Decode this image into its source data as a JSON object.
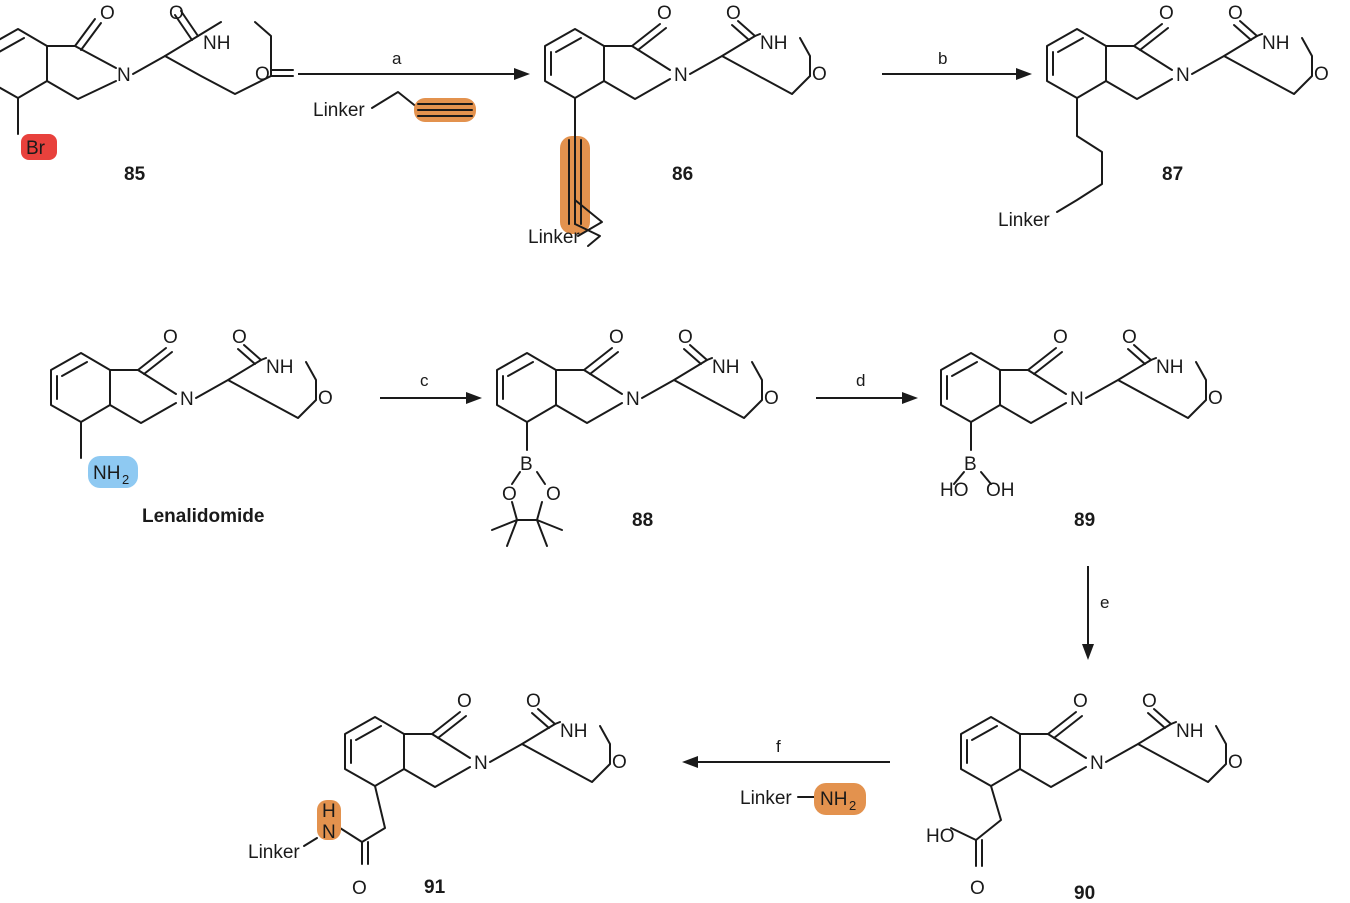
{
  "compounds": [
    {
      "id": "c85",
      "label": "85"
    },
    {
      "id": "c86",
      "label": "86"
    },
    {
      "id": "c87",
      "label": "87"
    },
    {
      "id": "clen",
      "label": "Lenalidomide"
    },
    {
      "id": "c88",
      "label": "88"
    },
    {
      "id": "c89",
      "label": "89"
    },
    {
      "id": "c90",
      "label": "90"
    },
    {
      "id": "c91",
      "label": "91"
    }
  ],
  "steps": [
    {
      "id": "a",
      "label": "a"
    },
    {
      "id": "b",
      "label": "b"
    },
    {
      "id": "c",
      "label": "c"
    },
    {
      "id": "d",
      "label": "d"
    },
    {
      "id": "e",
      "label": "e"
    },
    {
      "id": "f",
      "label": "f"
    }
  ],
  "atoms": {
    "O": "O",
    "N": "N",
    "NH": "NH",
    "H": "H",
    "Br": "Br",
    "B": "B",
    "NH2_main": "NH",
    "NH2_sub": "2",
    "HO": "HO",
    "OH": "OH",
    "Linker": "Linker"
  },
  "highlights": {
    "bromine": "#e8413c",
    "amine": "#8ec9f2",
    "alkyne": "#e3924e",
    "amide": "#e3924e"
  }
}
